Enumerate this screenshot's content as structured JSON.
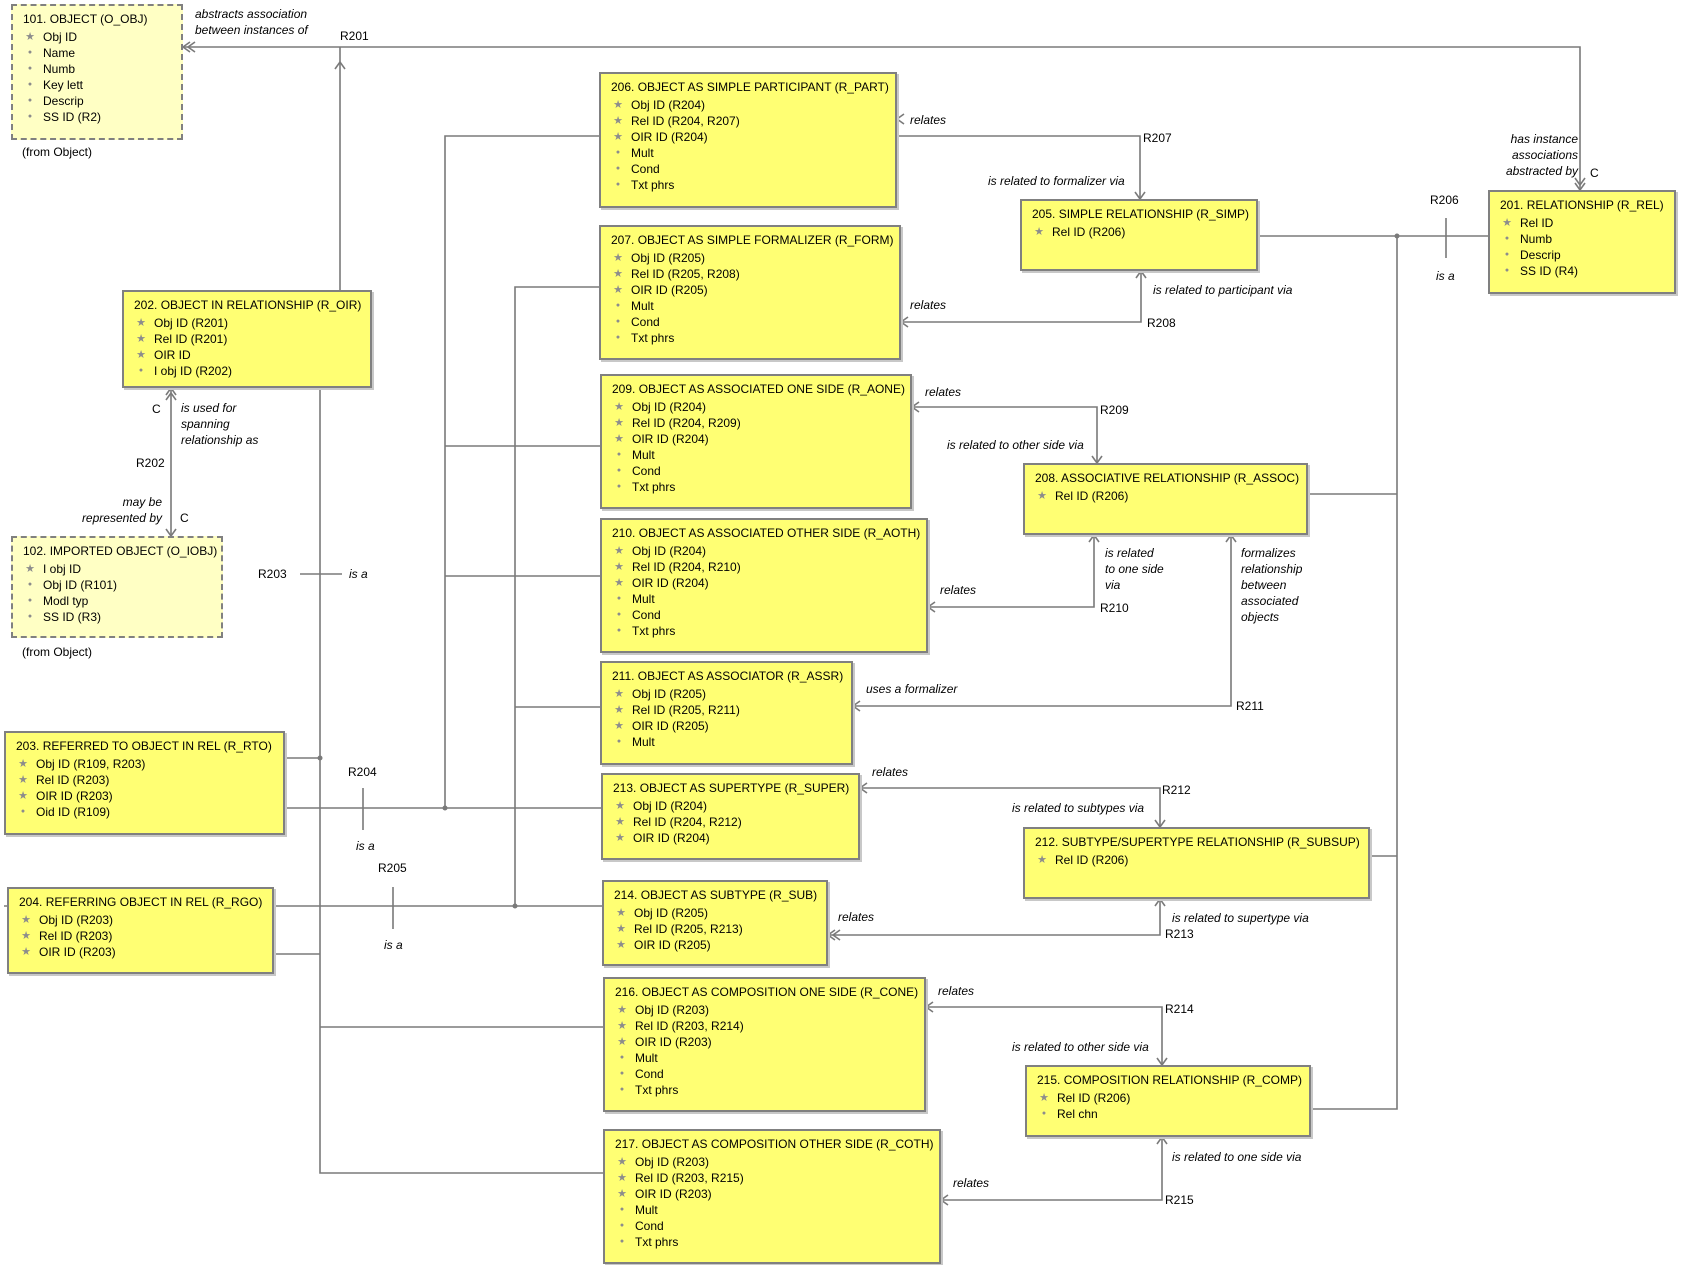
{
  "classes": [
    {
      "id": "101",
      "title": "101. OBJECT (O_OBJ)",
      "imported": true,
      "from": "(from Object)",
      "attrs": [
        {
          "m": "id",
          "t": "Obj ID"
        },
        {
          "m": "dot",
          "t": "Name"
        },
        {
          "m": "dot",
          "t": "Numb"
        },
        {
          "m": "dot",
          "t": "Key lett"
        },
        {
          "m": "dot",
          "t": "Descrip"
        },
        {
          "m": "dot",
          "t": "SS ID (R2)"
        }
      ]
    },
    {
      "id": "102",
      "title": "102. IMPORTED OBJECT (O_IOBJ)",
      "imported": true,
      "from": "(from Object)",
      "attrs": [
        {
          "m": "id",
          "t": "I obj ID"
        },
        {
          "m": "dot",
          "t": "Obj ID (R101)"
        },
        {
          "m": "dot",
          "t": "Modl typ"
        },
        {
          "m": "dot",
          "t": "SS ID (R3)"
        }
      ]
    },
    {
      "id": "201",
      "title": "201. RELATIONSHIP (R_REL)",
      "attrs": [
        {
          "m": "id",
          "t": "Rel ID"
        },
        {
          "m": "dot",
          "t": "Numb"
        },
        {
          "m": "dot",
          "t": "Descrip"
        },
        {
          "m": "dot",
          "t": "SS ID (R4)"
        }
      ]
    },
    {
      "id": "202",
      "title": "202. OBJECT IN RELATIONSHIP (R_OIR)",
      "attrs": [
        {
          "m": "id",
          "t": "Obj ID (R201)"
        },
        {
          "m": "id",
          "t": "Rel ID (R201)"
        },
        {
          "m": "id",
          "t": "OIR ID"
        },
        {
          "m": "dot",
          "t": "I obj ID (R202)"
        }
      ]
    },
    {
      "id": "203",
      "title": "203. REFERRED TO OBJECT IN REL (R_RTO)",
      "attrs": [
        {
          "m": "id",
          "t": "Obj ID (R109, R203)"
        },
        {
          "m": "id",
          "t": "Rel ID (R203)"
        },
        {
          "m": "id",
          "t": "OIR ID (R203)"
        },
        {
          "m": "dot",
          "t": "Oid ID (R109)"
        }
      ]
    },
    {
      "id": "204",
      "title": "204. REFERRING OBJECT IN REL (R_RGO)",
      "attrs": [
        {
          "m": "id",
          "t": "Obj ID (R203)"
        },
        {
          "m": "id",
          "t": "Rel ID (R203)"
        },
        {
          "m": "id",
          "t": "OIR ID (R203)"
        }
      ]
    },
    {
      "id": "205",
      "title": "205. SIMPLE RELATIONSHIP (R_SIMP)",
      "attrs": [
        {
          "m": "id",
          "t": "Rel ID (R206)"
        }
      ]
    },
    {
      "id": "206",
      "title": "206. OBJECT AS SIMPLE PARTICIPANT (R_PART)",
      "attrs": [
        {
          "m": "id",
          "t": "Obj ID (R204)"
        },
        {
          "m": "id",
          "t": "Rel ID (R204, R207)"
        },
        {
          "m": "id",
          "t": "OIR ID (R204)"
        },
        {
          "m": "dot",
          "t": "Mult"
        },
        {
          "m": "dot",
          "t": "Cond"
        },
        {
          "m": "dot",
          "t": "Txt phrs"
        }
      ]
    },
    {
      "id": "207",
      "title": "207. OBJECT AS SIMPLE FORMALIZER (R_FORM)",
      "attrs": [
        {
          "m": "id",
          "t": "Obj ID (R205)"
        },
        {
          "m": "id",
          "t": "Rel ID (R205, R208)"
        },
        {
          "m": "id",
          "t": "OIR ID (R205)"
        },
        {
          "m": "dot",
          "t": "Mult"
        },
        {
          "m": "dot",
          "t": "Cond"
        },
        {
          "m": "dot",
          "t": "Txt phrs"
        }
      ]
    },
    {
      "id": "208",
      "title": "208. ASSOCIATIVE RELATIONSHIP (R_ASSOC)",
      "attrs": [
        {
          "m": "id",
          "t": "Rel ID (R206)"
        }
      ]
    },
    {
      "id": "209",
      "title": "209. OBJECT AS ASSOCIATED ONE SIDE (R_AONE)",
      "attrs": [
        {
          "m": "id",
          "t": "Obj ID (R204)"
        },
        {
          "m": "id",
          "t": "Rel ID (R204, R209)"
        },
        {
          "m": "id",
          "t": "OIR ID (R204)"
        },
        {
          "m": "dot",
          "t": "Mult"
        },
        {
          "m": "dot",
          "t": "Cond"
        },
        {
          "m": "dot",
          "t": "Txt phrs"
        }
      ]
    },
    {
      "id": "210",
      "title": "210. OBJECT AS ASSOCIATED OTHER SIDE (R_AOTH)",
      "attrs": [
        {
          "m": "id",
          "t": "Obj ID (R204)"
        },
        {
          "m": "id",
          "t": "Rel ID (R204, R210)"
        },
        {
          "m": "id",
          "t": "OIR ID (R204)"
        },
        {
          "m": "dot",
          "t": "Mult"
        },
        {
          "m": "dot",
          "t": "Cond"
        },
        {
          "m": "dot",
          "t": "Txt phrs"
        }
      ]
    },
    {
      "id": "211",
      "title": "211. OBJECT AS ASSOCIATOR (R_ASSR)",
      "attrs": [
        {
          "m": "id",
          "t": "Obj ID (R205)"
        },
        {
          "m": "id",
          "t": "Rel ID (R205, R211)"
        },
        {
          "m": "id",
          "t": "OIR ID (R205)"
        },
        {
          "m": "dot",
          "t": "Mult"
        }
      ]
    },
    {
      "id": "212",
      "title": "212. SUBTYPE/SUPERTYPE RELATIONSHIP (R_SUBSUP)",
      "attrs": [
        {
          "m": "id",
          "t": "Rel ID (R206)"
        }
      ]
    },
    {
      "id": "213",
      "title": "213. OBJECT AS SUPERTYPE (R_SUPER)",
      "attrs": [
        {
          "m": "id",
          "t": "Obj ID (R204)"
        },
        {
          "m": "id",
          "t": "Rel ID (R204, R212)"
        },
        {
          "m": "id",
          "t": "OIR ID (R204)"
        }
      ]
    },
    {
      "id": "214",
      "title": "214. OBJECT AS SUBTYPE (R_SUB)",
      "attrs": [
        {
          "m": "id",
          "t": "Obj ID (R205)"
        },
        {
          "m": "id",
          "t": "Rel ID (R205, R213)"
        },
        {
          "m": "id",
          "t": "OIR ID (R205)"
        }
      ]
    },
    {
      "id": "215",
      "title": "215. COMPOSITION RELATIONSHIP (R_COMP)",
      "attrs": [
        {
          "m": "id",
          "t": "Rel ID (R206)"
        },
        {
          "m": "dot",
          "t": "Rel chn"
        }
      ]
    },
    {
      "id": "216",
      "title": "216. OBJECT AS COMPOSITION ONE SIDE (R_CONE)",
      "attrs": [
        {
          "m": "id",
          "t": "Obj ID (R203)"
        },
        {
          "m": "id",
          "t": "Rel ID (R203, R214)"
        },
        {
          "m": "id",
          "t": "OIR ID (R203)"
        },
        {
          "m": "dot",
          "t": "Mult"
        },
        {
          "m": "dot",
          "t": "Cond"
        },
        {
          "m": "dot",
          "t": "Txt phrs"
        }
      ]
    },
    {
      "id": "217",
      "title": "217. OBJECT AS COMPOSITION OTHER SIDE (R_COTH)",
      "attrs": [
        {
          "m": "id",
          "t": "Obj ID (R203)"
        },
        {
          "m": "id",
          "t": "Rel ID (R203, R215)"
        },
        {
          "m": "id",
          "t": "OIR ID (R203)"
        },
        {
          "m": "dot",
          "t": "Mult"
        },
        {
          "m": "dot",
          "t": "Cond"
        },
        {
          "m": "dot",
          "t": "Txt phrs"
        }
      ]
    }
  ],
  "labels": [
    {
      "k": "r201",
      "t": "R201"
    },
    {
      "k": "r201_phrase",
      "t": "abstracts association between instances of"
    },
    {
      "k": "r201_phrase2",
      "t": "has instance associations abstracted by"
    },
    {
      "k": "r201_c",
      "t": "C"
    },
    {
      "k": "r202",
      "t": "R202"
    },
    {
      "k": "r202_up",
      "t": "is used for spanning relationship as"
    },
    {
      "k": "r202_c1",
      "t": "C"
    },
    {
      "k": "r202_down",
      "t": "may be represented by"
    },
    {
      "k": "r202_c2",
      "t": "C"
    },
    {
      "k": "r203",
      "t": "R203"
    },
    {
      "k": "r203_isa",
      "t": "is a"
    },
    {
      "k": "r204",
      "t": "R204"
    },
    {
      "k": "r204_isa",
      "t": "is a"
    },
    {
      "k": "r205",
      "t": "R205"
    },
    {
      "k": "r205_isa",
      "t": "is a"
    },
    {
      "k": "r206",
      "t": "R206"
    },
    {
      "k": "r206_isa",
      "t": "is a"
    },
    {
      "k": "r207",
      "t": "R207"
    },
    {
      "k": "r207_relates",
      "t": "relates"
    },
    {
      "k": "r207_phrase",
      "t": "is related to formalizer via"
    },
    {
      "k": "r208",
      "t": "R208"
    },
    {
      "k": "r208_relates",
      "t": "relates"
    },
    {
      "k": "r208_phrase",
      "t": "is related to participant via"
    },
    {
      "k": "r209",
      "t": "R209"
    },
    {
      "k": "r209_relates",
      "t": "relates"
    },
    {
      "k": "r209_phrase",
      "t": "is related to other side via"
    },
    {
      "k": "r210",
      "t": "R210"
    },
    {
      "k": "r210_relates",
      "t": "relates"
    },
    {
      "k": "r210_phrase",
      "t": "is related to one side via"
    },
    {
      "k": "r211",
      "t": "R211"
    },
    {
      "k": "r211_uses",
      "t": "uses a formalizer"
    },
    {
      "k": "r211_phrase",
      "t": "formalizes relationship between associated objects"
    },
    {
      "k": "r212",
      "t": "R212"
    },
    {
      "k": "r212_relates",
      "t": "relates"
    },
    {
      "k": "r212_phrase",
      "t": "is related to subtypes via"
    },
    {
      "k": "r213",
      "t": "R213"
    },
    {
      "k": "r213_relates",
      "t": "relates"
    },
    {
      "k": "r213_phrase",
      "t": "is related to supertype via"
    },
    {
      "k": "r214",
      "t": "R214"
    },
    {
      "k": "r214_relates",
      "t": "relates"
    },
    {
      "k": "r214_phrase",
      "t": "is related to other side via"
    },
    {
      "k": "r215",
      "t": "R215"
    },
    {
      "k": "r215_relates",
      "t": "relates"
    },
    {
      "k": "r215_phrase",
      "t": "is related to one side via"
    }
  ]
}
